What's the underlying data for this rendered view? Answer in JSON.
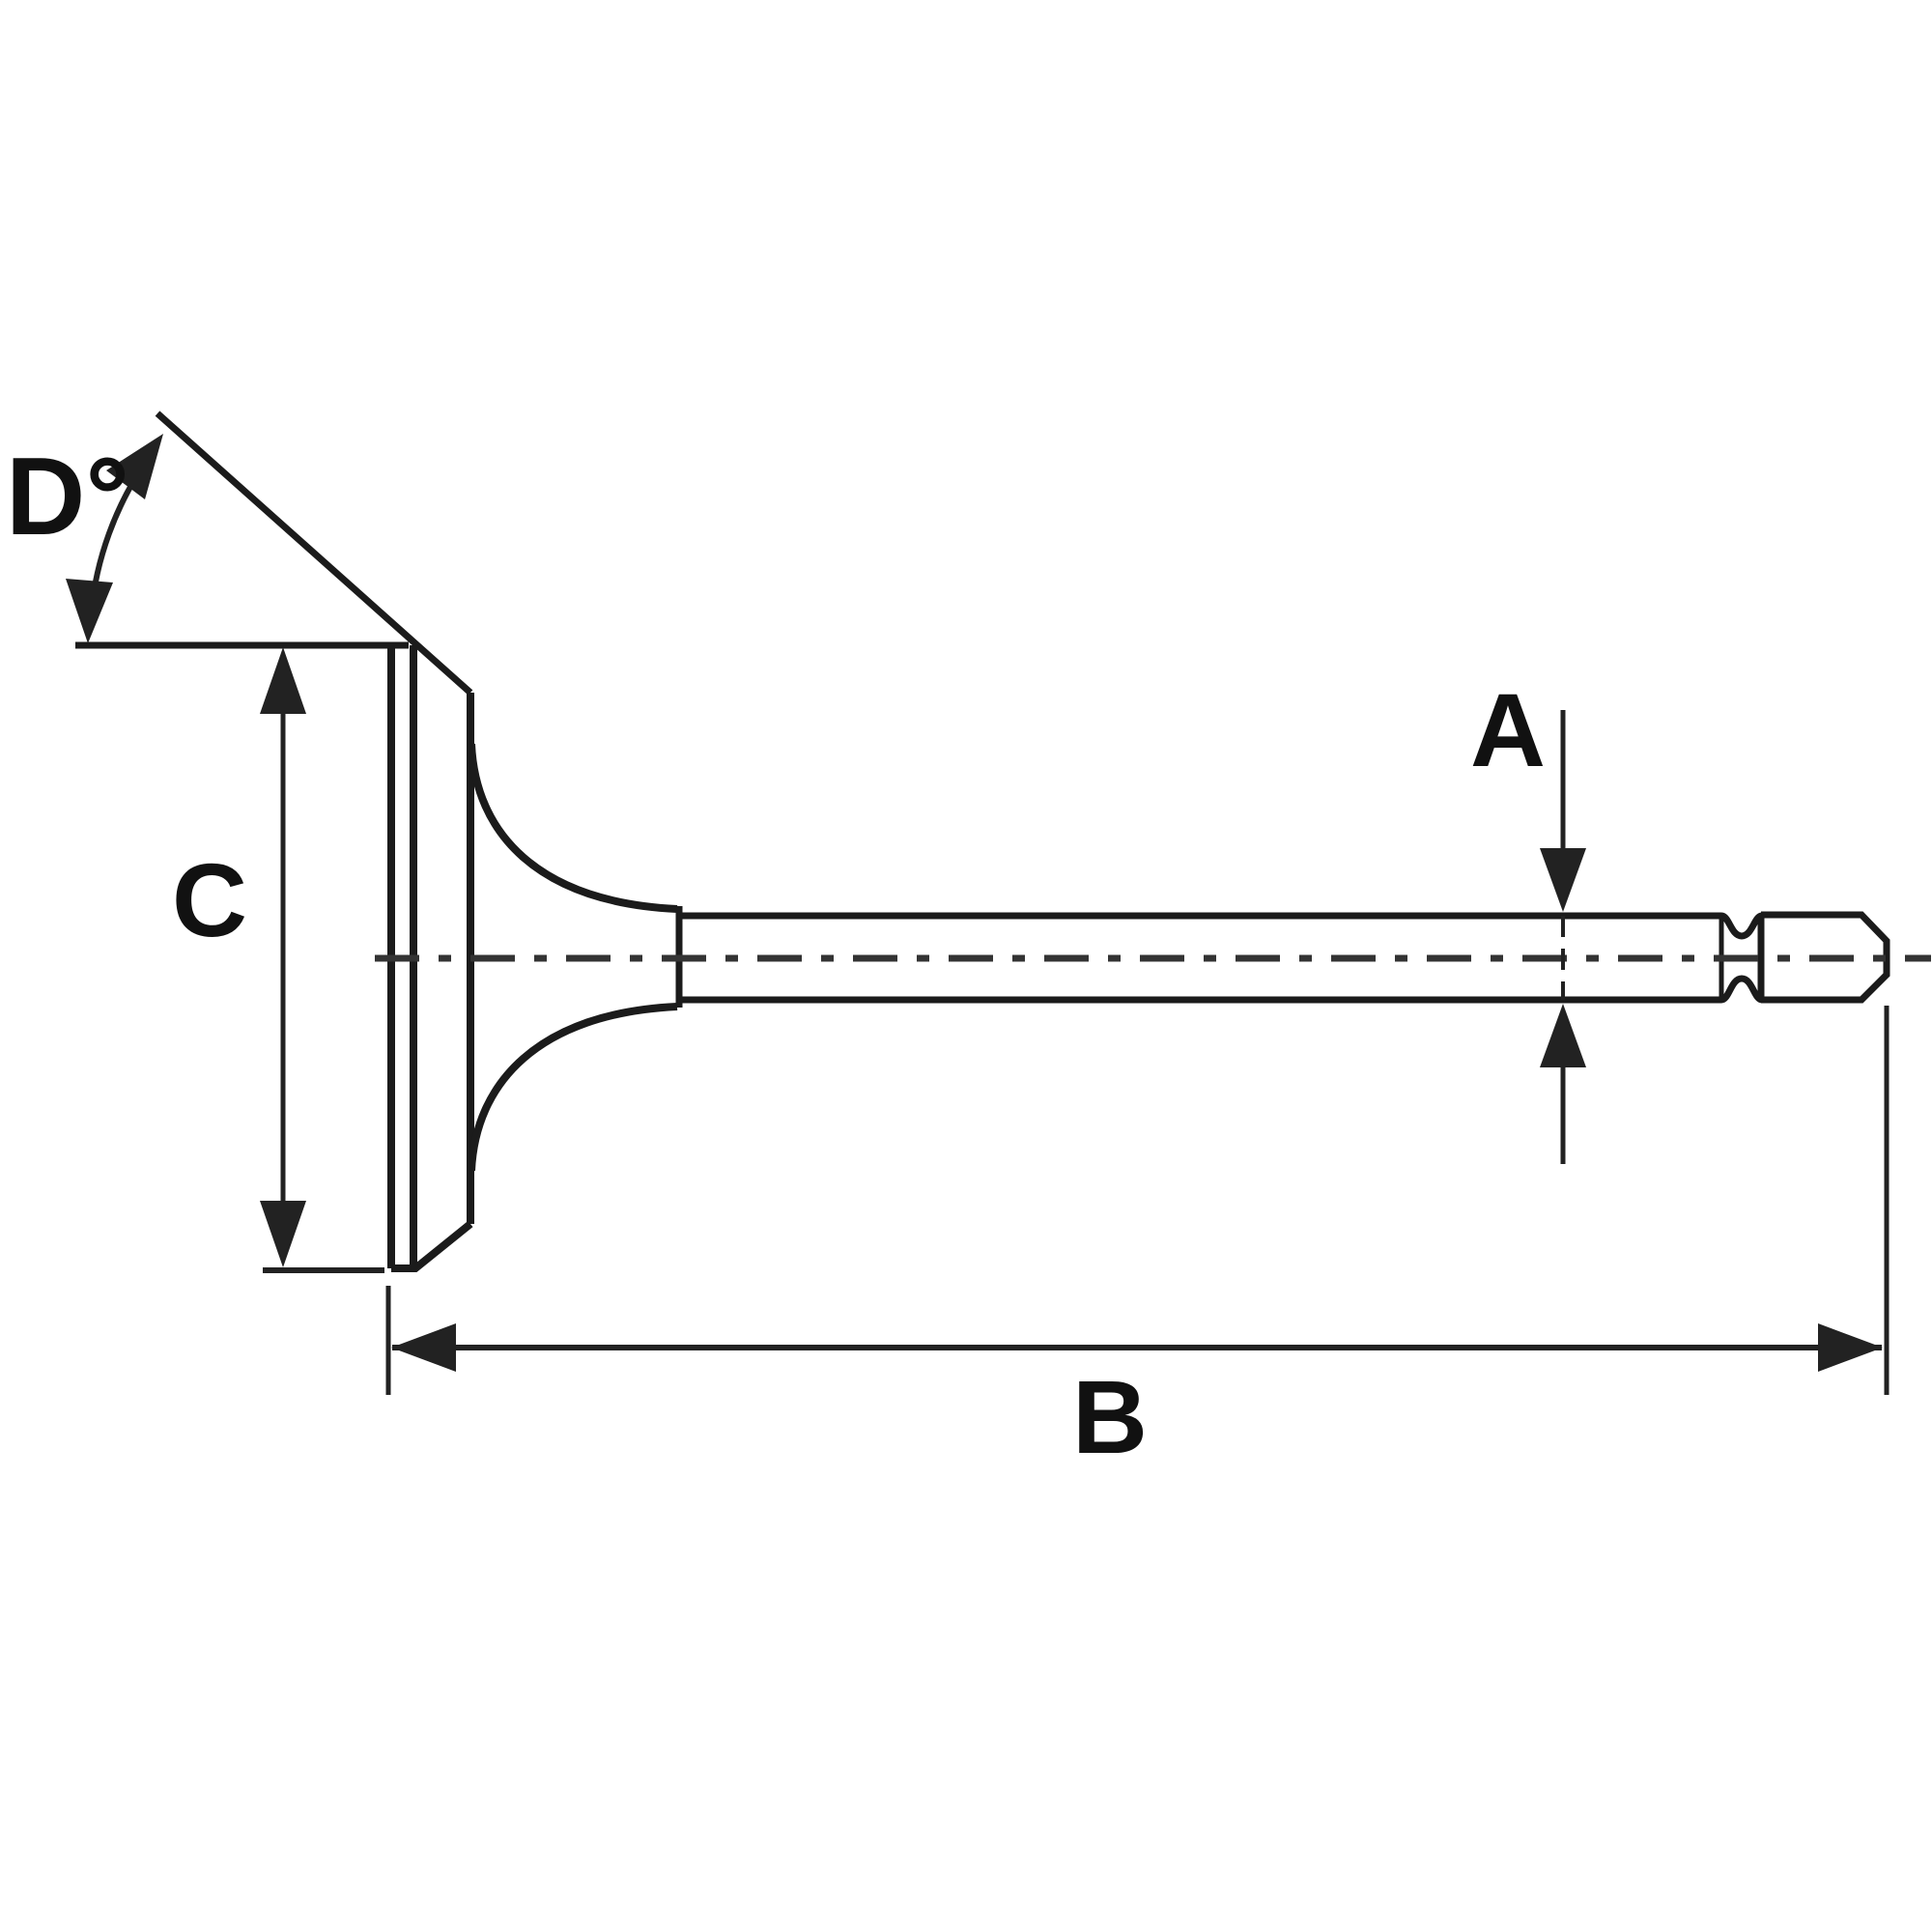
{
  "diagram": {
    "kind": "engine-valve-dimension-drawing",
    "background_color": "#ffffff",
    "line_color": "#1b1b1b",
    "dimension_line_color": "#222222",
    "centerline_color": "#333333",
    "labels": {
      "stem_diameter": "A",
      "overall_length": "B",
      "head_diameter": "C",
      "seat_angle": "D°"
    }
  }
}
